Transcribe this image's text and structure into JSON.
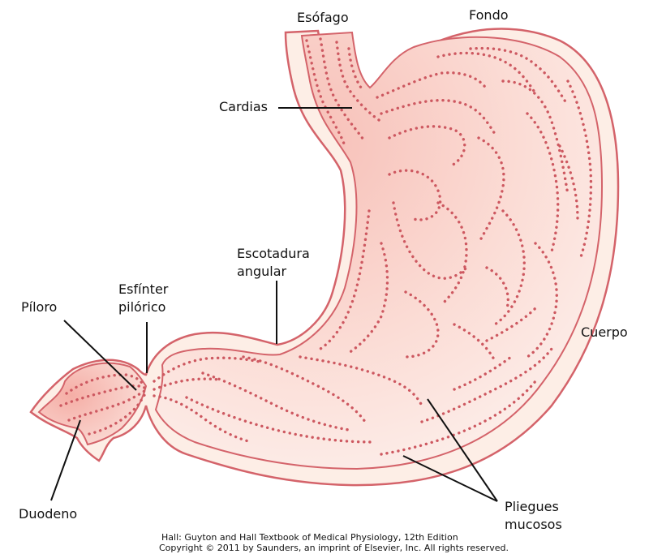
{
  "figure": {
    "title": "Stomach anatomy (Spanish labels)",
    "colors": {
      "outline": "#d4636a",
      "wall": "#fdeee6",
      "mucosa_dark": "#f6b4ad",
      "mucosa_light": "#fdeae4",
      "folds": "#cd5860",
      "leader_line": "#111111"
    }
  },
  "labels": {
    "esofago": "Esófago",
    "fondo": "Fondo",
    "cardias": "Cardias",
    "escotadura": "Escotadura\nangular",
    "esfinter": "Esfínter\npilórico",
    "piloro": "Píloro",
    "cuerpo": "Cuerpo",
    "duodeno": "Duodeno",
    "pliegues": "Pliegues\nmucosos"
  },
  "credit": {
    "line1": "Hall: Guyton and Hall Textbook of Medical Physiology, 12th Edition",
    "line2": "Copyright © 2011 by Saunders, an imprint of Elsevier, Inc. All rights reserved."
  }
}
